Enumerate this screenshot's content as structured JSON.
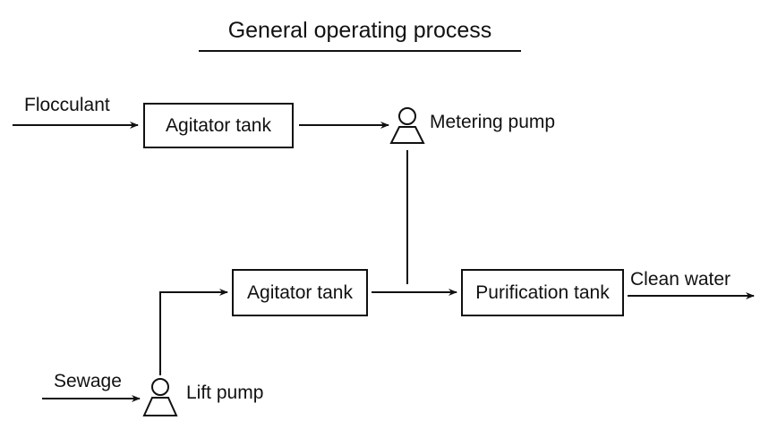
{
  "title": "General operating process",
  "nodes": {
    "flocculant": {
      "label": "Flocculant"
    },
    "agitator_tank_top": {
      "label": "Agitator tank"
    },
    "metering_pump": {
      "label": "Metering pump"
    },
    "sewage": {
      "label": "Sewage"
    },
    "lift_pump": {
      "label": "Lift pump"
    },
    "agitator_tank_bottom": {
      "label": "Agitator tank"
    },
    "purification_tank": {
      "label": "Purification tank"
    },
    "clean_water": {
      "label": "Clean water"
    }
  },
  "edges": [
    {
      "from": "flocculant",
      "to": "agitator_tank_top"
    },
    {
      "from": "agitator_tank_top",
      "to": "metering_pump"
    },
    {
      "from": "metering_pump",
      "to": "purification_tank"
    },
    {
      "from": "sewage",
      "to": "lift_pump"
    },
    {
      "from": "lift_pump",
      "to": "agitator_tank_bottom"
    },
    {
      "from": "agitator_tank_bottom",
      "to": "purification_tank"
    },
    {
      "from": "purification_tank",
      "to": "clean_water"
    }
  ]
}
